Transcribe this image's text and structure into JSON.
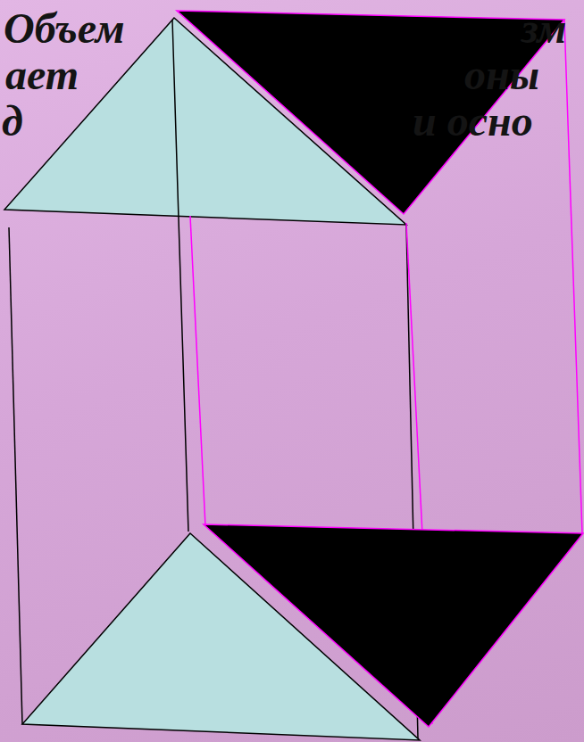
{
  "diagram": {
    "labels": [
      "Объем",
      "зм",
      "ает",
      "оны",
      "д",
      "и осно"
    ]
  }
}
